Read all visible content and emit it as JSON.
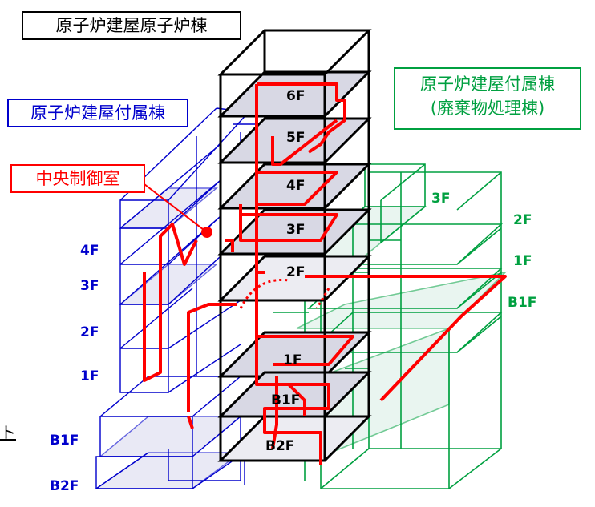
{
  "labels": {
    "main_building": "原子炉建屋原子炉棟",
    "annex_left": "原子炉建屋付属棟",
    "annex_right_line1": "原子炉建屋付属棟",
    "annex_right_line2": "(廃棄物処理棟)",
    "control_room": "中央制御室",
    "edge_fragment": "ト"
  },
  "floors": {
    "center": [
      "6F",
      "5F",
      "4F",
      "3F",
      "2F",
      "1F",
      "B1F",
      "B2F"
    ],
    "left": [
      "4F",
      "3F",
      "2F",
      "1F",
      "B1F",
      "B2F"
    ],
    "right": [
      "3F",
      "2F",
      "1F",
      "B1F"
    ]
  },
  "colors": {
    "main_outline": "#000000",
    "left_annex": "#0000cc",
    "right_annex": "#00a040",
    "route": "#ff0000",
    "slab_fill": "#d8d8e4"
  }
}
